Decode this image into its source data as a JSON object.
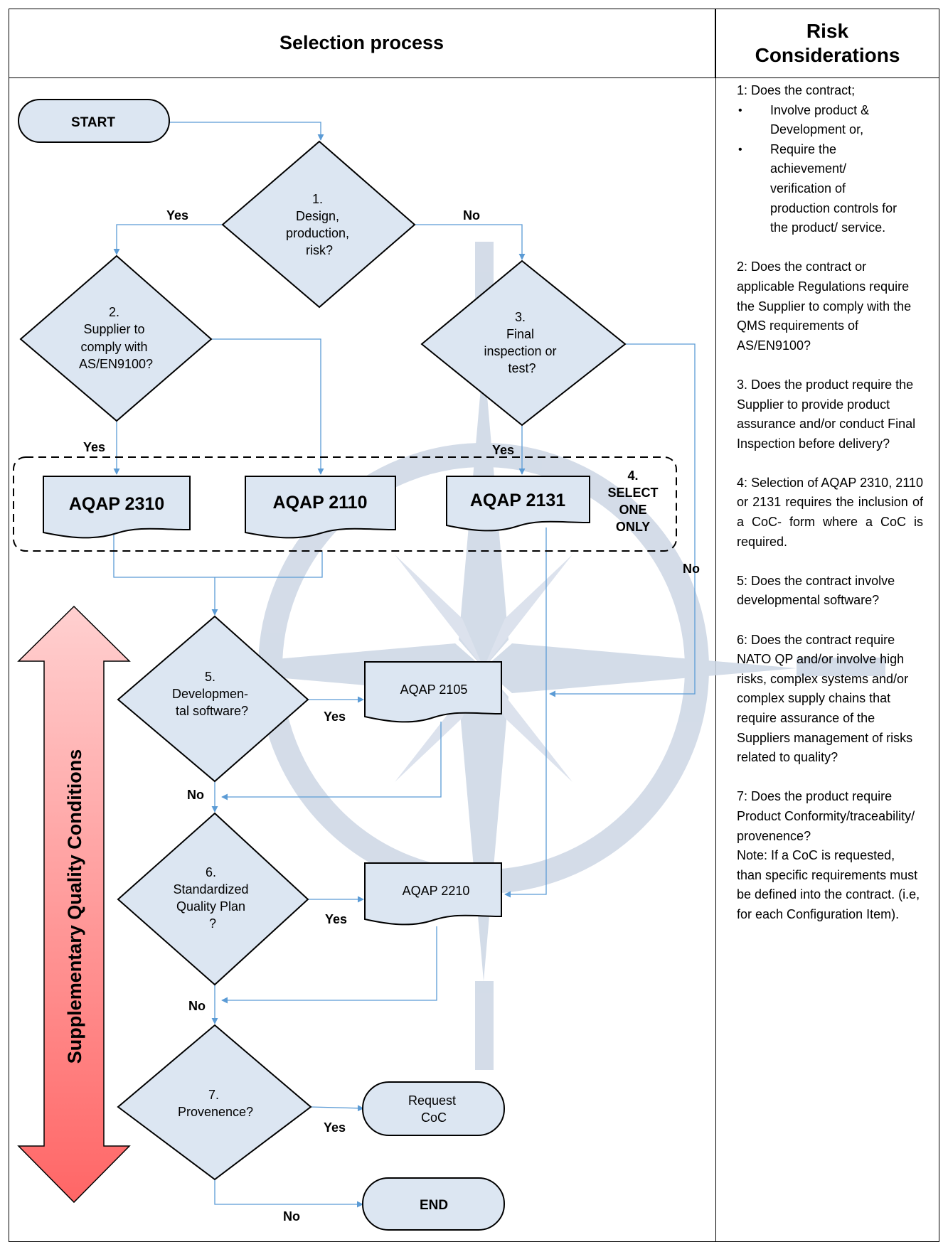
{
  "header": {
    "selection_title": "Selection process",
    "risk_title_line1": "Risk",
    "risk_title_line2": "Considerations"
  },
  "flow": {
    "start": "START",
    "end": "END",
    "q1": [
      "1.",
      "Design,",
      "production,",
      "risk?"
    ],
    "q2": [
      "2.",
      "Supplier to",
      "comply with",
      "AS/EN9100?"
    ],
    "q3": [
      "3.",
      "Final",
      "inspection or",
      "test?"
    ],
    "q5": [
      "5.",
      "Developmen-",
      "tal software?"
    ],
    "q6": [
      "6.",
      "Standardized",
      "Quality Plan",
      "?"
    ],
    "q7": [
      "7.",
      "Provenence?"
    ],
    "doc_2310": "AQAP 2310",
    "doc_2110": "AQAP 2110",
    "doc_2131": "AQAP 2131",
    "doc_2105": "AQAP 2105",
    "doc_2210": "AQAP 2210",
    "request_coc": [
      "Request",
      "CoC"
    ],
    "select_one": [
      "4.",
      "SELECT",
      "ONE",
      "ONLY"
    ],
    "yes": "Yes",
    "no": "No",
    "supplementary": "Supplementary Quality Conditions"
  },
  "colors": {
    "node_fill": "#dce6f2",
    "connector": "#5b9bd5",
    "watermark": "#ccd6e4",
    "arrow_top": "#ffd0d0",
    "arrow_bottom": "#ff6666"
  },
  "risk": {
    "r1_intro": "1: Does the contract;",
    "r1_b1": "Involve product & Development or,",
    "r1_b2": "Require the achievement/ verification of production controls for the product/ service.",
    "r2": "2: Does the contract or applicable Regulations require the Supplier to comply with the QMS requirements of AS/EN9100?",
    "r3": "3. Does the product require the Supplier to provide product assurance and/or conduct Final Inspection before delivery?",
    "r4": "4: Selection of AQAP 2310, 2110 or 2131 requires the inclusion of a CoC- form where a CoC is required.",
    "r5": "5: Does the contract involve developmental software?",
    "r6": "6: Does the contract require NATO QP and/or involve high risks, complex systems and/or complex supply chains that require assurance of the Suppliers management of risks related to quality?",
    "r7": "7: Does the product require Product Conformity/traceability/ provenence?",
    "r7_note": "Note: If a CoC is requested, than specific requirements must be defined into the contract. (i.e, for each Configuration Item)."
  }
}
